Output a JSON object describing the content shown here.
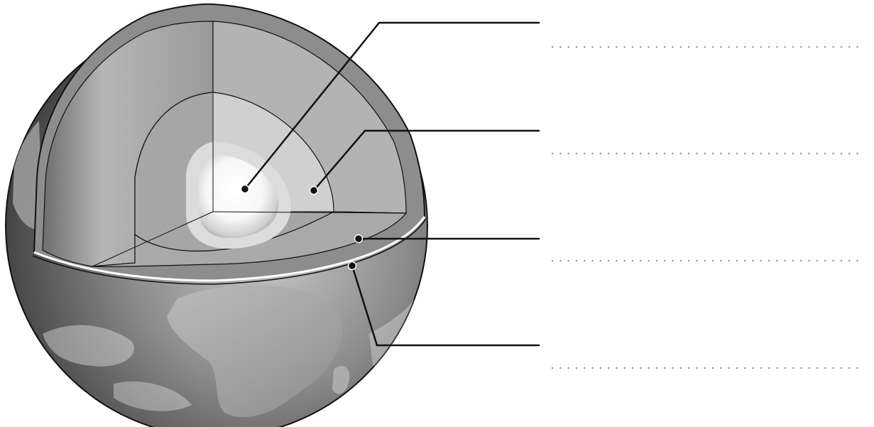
{
  "title": "",
  "colors": {
    "background": "#ffffff",
    "leader_line": "#111111",
    "dotted_line": "#9a9a9a",
    "crust": "#8d8d8d",
    "upper_mantle": "#b3b3b3",
    "lower_mantle": "#a9a9a9",
    "outer_core": "#dcdcdc",
    "inner_core": "#ffffff",
    "globe_surface": "#7d7d7d"
  },
  "labels": [
    {
      "id": "inner-core",
      "text": ""
    },
    {
      "id": "outer-core",
      "text": ""
    },
    {
      "id": "mantle",
      "text": ""
    },
    {
      "id": "crust",
      "text": ""
    }
  ]
}
